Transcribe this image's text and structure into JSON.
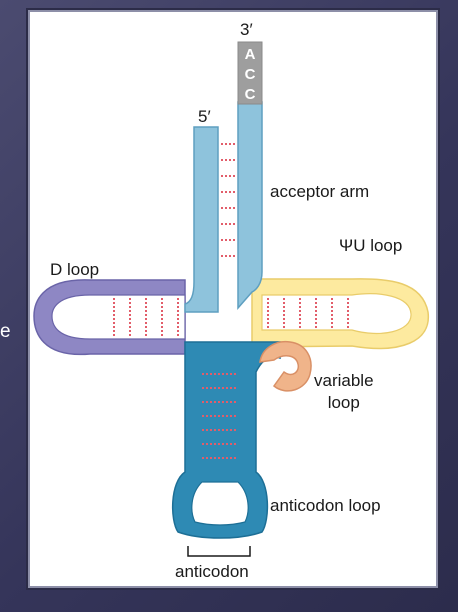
{
  "left_edge_text": "e",
  "labels": {
    "three_prime": "3′",
    "five_prime": "5′",
    "acceptor_arm": "acceptor arm",
    "psi_u_loop": "ΨU loop",
    "d_loop": "D loop",
    "variable_loop": "variable\nloop",
    "anticodon_loop": "anticodon loop",
    "anticodon": "anticodon"
  },
  "acc_letters": [
    "A",
    "C",
    "C"
  ],
  "colors": {
    "acceptor_arm": "#8ec3dc",
    "acceptor_outline": "#5e9fc0",
    "anticodon_arm": "#2e8ab4",
    "anticodon_outline": "#1d6f96",
    "d_arm": "#8e87c4",
    "d_outline": "#6a64a8",
    "psi_arm": "#fdea9f",
    "psi_outline": "#e9cc6a",
    "variable_loop": "#f0b48a",
    "variable_outline": "#d99066",
    "acc_tail": "#9e9e9e",
    "base_pair": "#e25d6a"
  }
}
